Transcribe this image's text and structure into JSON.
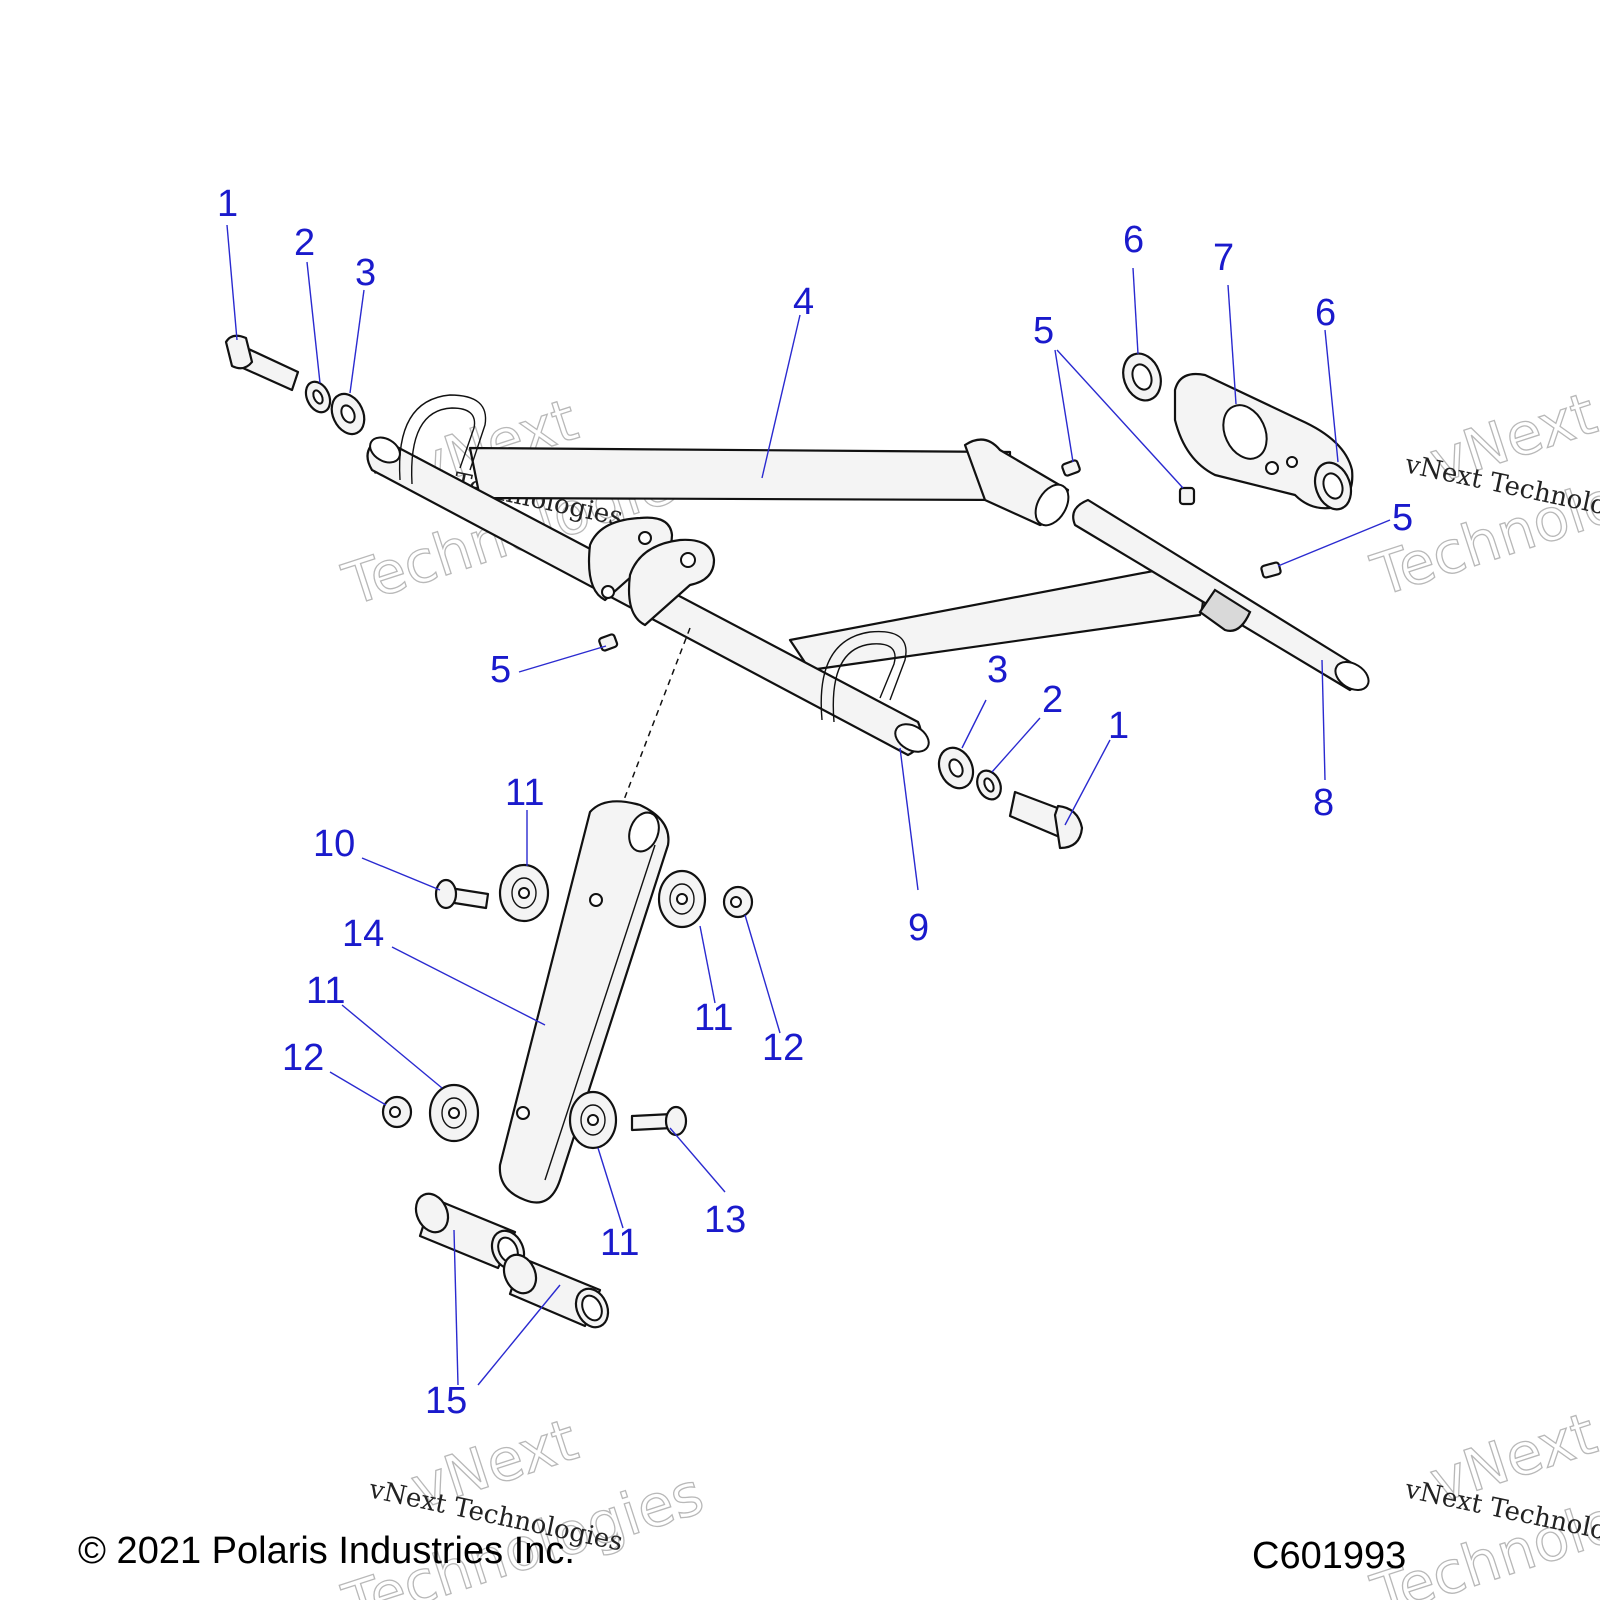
{
  "callouts": [
    {
      "id": "c1a",
      "label": "1"
    },
    {
      "id": "c2a",
      "label": "2"
    },
    {
      "id": "c3a",
      "label": "3"
    },
    {
      "id": "c4",
      "label": "4"
    },
    {
      "id": "c5a",
      "label": "5"
    },
    {
      "id": "c6a",
      "label": "6"
    },
    {
      "id": "c7",
      "label": "7"
    },
    {
      "id": "c6b",
      "label": "6"
    },
    {
      "id": "c5b",
      "label": "5"
    },
    {
      "id": "c5c",
      "label": "5"
    },
    {
      "id": "c3b",
      "label": "3"
    },
    {
      "id": "c2b",
      "label": "2"
    },
    {
      "id": "c1b",
      "label": "1"
    },
    {
      "id": "c8",
      "label": "8"
    },
    {
      "id": "c9",
      "label": "9"
    },
    {
      "id": "c11a",
      "label": "11"
    },
    {
      "id": "c10",
      "label": "10"
    },
    {
      "id": "c14",
      "label": "14"
    },
    {
      "id": "c11b",
      "label": "11"
    },
    {
      "id": "c12a",
      "label": "12"
    },
    {
      "id": "c11c",
      "label": "11"
    },
    {
      "id": "c12b",
      "label": "12"
    },
    {
      "id": "c13",
      "label": "13"
    },
    {
      "id": "c11d",
      "label": "11"
    },
    {
      "id": "c15",
      "label": "15"
    }
  ],
  "watermark": {
    "script": "vNext Technologies",
    "outline_top": "vNext",
    "outline_bottom": "Technologies"
  },
  "footer": {
    "copyright": "© 2021 Polaris Industries Inc.",
    "diagram_code": "C601993"
  }
}
